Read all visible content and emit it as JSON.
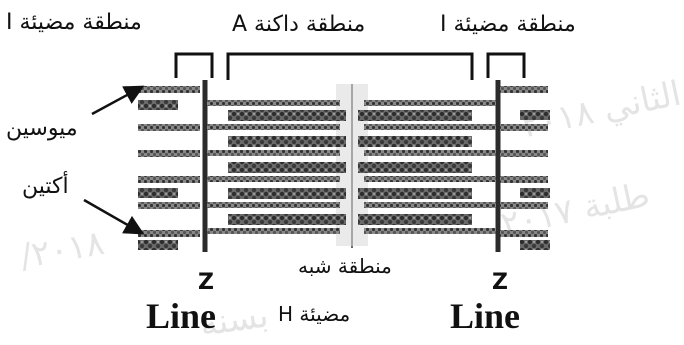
{
  "labels": {
    "light_band_left": "منطقة مضيئة I",
    "dark_band": "منطقة داكنة A",
    "light_band_right": "منطقة مضيئة I",
    "myosin": "ميوسين",
    "actin": "أكتين",
    "h_zone_line1": "منطقة شبه",
    "h_zone_line2": "مضيئة H",
    "z_left": "Z",
    "z_right": "Z",
    "line_left": "Line",
    "line_right": "Line"
  },
  "watermark": {
    "text_a": "الثاني ٢٠١٨",
    "text_b": "طلبة ٢٠١٧",
    "text_c": "٢٠١٨/",
    "text_d": "بسنة"
  },
  "colors": {
    "filament": "#444444",
    "z_line": "#2b2b2b",
    "background": "#ffffff"
  }
}
